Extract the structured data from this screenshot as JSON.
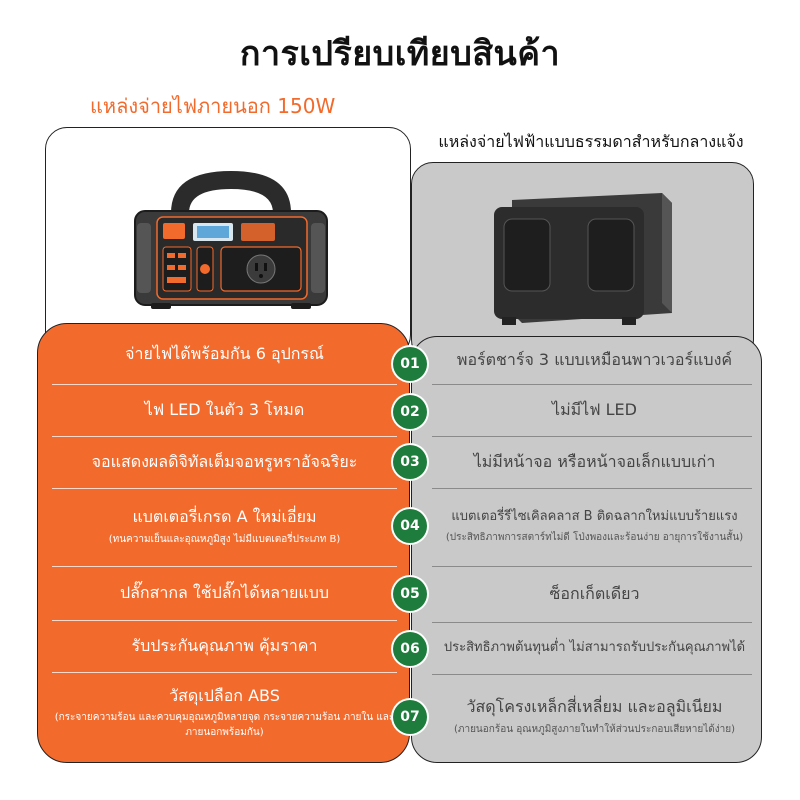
{
  "title": "การเปรียบเทียบสินค้า",
  "left": {
    "heading": "แหล่งจ่ายไฟภายนอก 150W",
    "rows": [
      {
        "main": "จ่ายไฟได้พร้อมกัน 6 อุปกรณ์",
        "sub": ""
      },
      {
        "main": "ไฟ LED ในตัว 3 โหมด",
        "sub": ""
      },
      {
        "main": "จอแสดงผลดิจิทัลเต็มจอหรูหราอัจฉริยะ",
        "sub": ""
      },
      {
        "main": "แบตเตอรี่เกรด A ใหม่เอี่ยม",
        "sub": "(ทนความเย็นและอุณหภูมิสูง ไม่มีแบตเตอรี่ประเภท B)"
      },
      {
        "main": "ปลั๊กสากล ใช้ปลั๊กได้หลายแบบ",
        "sub": ""
      },
      {
        "main": "รับประกันคุณภาพ คุ้มราคา",
        "sub": ""
      },
      {
        "main": "วัสดุเปลือก ABS",
        "sub": "(กระจายความร้อน และควบคุมอุณหภูมิหลายจุด กระจายความร้อน ภายใน และภายนอกพร้อมกัน)"
      }
    ],
    "colors": {
      "accent": "#f26a2c"
    }
  },
  "right": {
    "heading": "แหล่งจ่ายไฟฟ้าแบบธรรมดาสำหรับกลางแจ้ง",
    "rows": [
      {
        "main": "พอร์ตชาร์จ 3 แบบเหมือนพาวเวอร์แบงค์",
        "sub": ""
      },
      {
        "main": "ไม่มีไฟ LED",
        "sub": ""
      },
      {
        "main": "ไม่มีหน้าจอ หรือหน้าจอเล็กแบบเก่า",
        "sub": ""
      },
      {
        "main": "แบตเตอรี่รีไซเคิลคลาส B ติดฉลากใหม่แบบร้ายแรง",
        "sub": "(ประสิทธิภาพการสตาร์ทไม่ดี โป่งพองและร้อนง่าย อายุการใช้งานสั้น)"
      },
      {
        "main": "ซ็อกเก็ตเดียว",
        "sub": ""
      },
      {
        "main": "ประสิทธิภาพต้นทุนต่ำ ไม่สามารถรับประกันคุณภาพได้",
        "sub": ""
      },
      {
        "main": "วัสดุโครงเหล็กสี่เหลี่ยม และอลูมิเนียม",
        "sub": "(ภายนอกร้อน อุณหภูมิสูงภายในทำให้ส่วนประกอบเสียหายได้ง่าย)"
      }
    ],
    "colors": {
      "panel": "#c9c9c9"
    }
  },
  "badges": [
    "01",
    "02",
    "03",
    "04",
    "05",
    "06",
    "07"
  ],
  "colors": {
    "badge": "#1e7d3c"
  }
}
